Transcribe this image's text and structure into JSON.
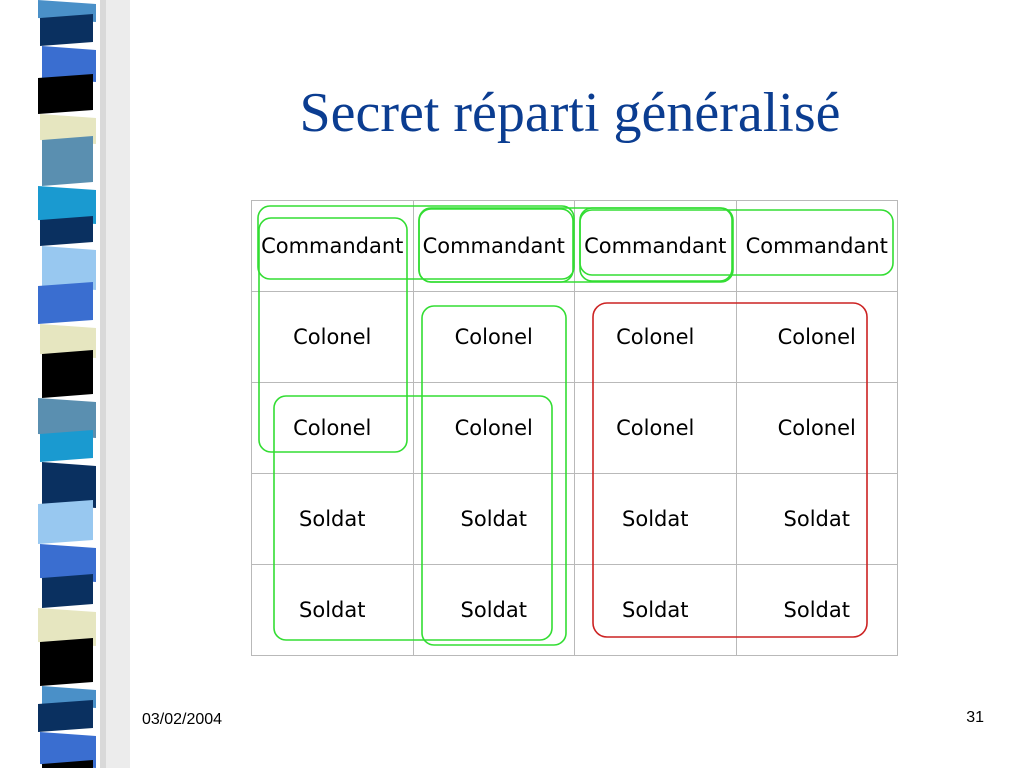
{
  "slide": {
    "title": "Secret réparti généralisé",
    "date": "03/02/2004",
    "page_number": "31"
  },
  "table": {
    "rows": [
      [
        "Commandant",
        "Commandant",
        "Commandant",
        "Commandant"
      ],
      [
        "Colonel",
        "Colonel",
        "Colonel",
        "Colonel"
      ],
      [
        "Colonel",
        "Colonel",
        "Colonel",
        "Colonel"
      ],
      [
        "Soldat",
        "Soldat",
        "Soldat",
        "Soldat"
      ],
      [
        "Soldat",
        "Soldat",
        "Soldat",
        "Soldat"
      ]
    ]
  },
  "colors": {
    "title": "#0b3d91",
    "green_group": "#33dd33",
    "red_group": "#cc2222",
    "grid_border": "#b9b9b9"
  }
}
